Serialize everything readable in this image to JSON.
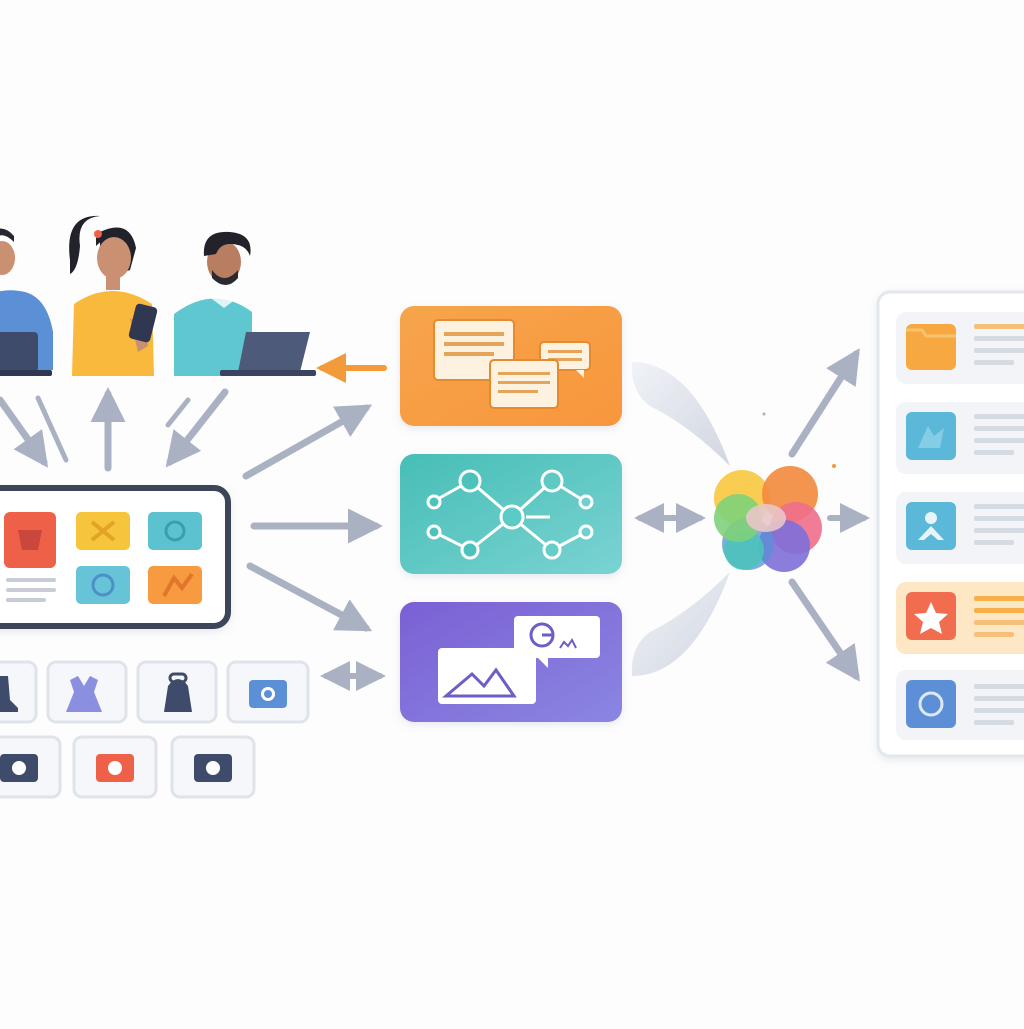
{
  "diagram": {
    "title": "",
    "text_labels": []
  },
  "users": {
    "people": [
      {
        "role": "man-laptop",
        "shirt": "#5b8fd6"
      },
      {
        "role": "woman-phone",
        "shirt": "#f8b93c"
      },
      {
        "role": "man-laptop",
        "shirt": "#5fc7cf"
      }
    ]
  },
  "catalog_board": {
    "tiles": [
      {
        "icon": "product-image-icon",
        "color": "#ef6049"
      },
      {
        "icon": "box-icon",
        "color": "#f6c53a"
      },
      {
        "icon": "box-icon",
        "color": "#5cc2cf"
      },
      {
        "icon": "sparkle-icon",
        "color": "#66c3d8"
      },
      {
        "icon": "box-icon",
        "color": "#f79a3f"
      }
    ]
  },
  "product_items": [
    {
      "icon": "boot-icon",
      "color": "#3f4b6a"
    },
    {
      "icon": "dress-icon",
      "color": "#8b8fe0"
    },
    {
      "icon": "bag-icon",
      "color": "#3f4b6a"
    },
    {
      "icon": "camera-icon",
      "color": "#5b8fd6"
    },
    {
      "icon": "camera-icon",
      "color": "#3f4b6a"
    },
    {
      "icon": "camera-icon",
      "color": "#ef6049"
    },
    {
      "icon": "camera-icon",
      "color": "#3f4b6a"
    }
  ],
  "processing_blocks": [
    {
      "name": "text-messages-block",
      "icon": "chat-bubbles-icon",
      "gradient": [
        "#f6a54b",
        "#f8963d"
      ]
    },
    {
      "name": "graph-network-block",
      "icon": "network-graph-icon",
      "gradient": [
        "#4cc2bb",
        "#72d1cf"
      ]
    },
    {
      "name": "image-media-block",
      "icon": "image-chart-icon",
      "gradient": [
        "#7e66d6",
        "#8a7fe0"
      ]
    }
  ],
  "hub": {
    "icon": "color-sphere-icon",
    "colors": [
      "#f8c83f",
      "#f38a3c",
      "#ef6e8a",
      "#7d6fd8",
      "#5b8fd6",
      "#4cc2bb",
      "#7ed17a"
    ]
  },
  "results_panel": {
    "rows": [
      {
        "icon": "folder-icon",
        "color": "#f8a83f",
        "highlighted": false
      },
      {
        "icon": "star-puzzle-icon",
        "color": "#5cb8d9",
        "highlighted": false
      },
      {
        "icon": "person-icon",
        "color": "#5cb8d9",
        "highlighted": false
      },
      {
        "icon": "star-icon",
        "color": "#f26c4f",
        "highlighted": true
      },
      {
        "icon": "face-icon",
        "color": "#5b8fd6",
        "highlighted": false
      }
    ]
  },
  "colors": {
    "arrow": "#a9b1c2",
    "arrow_highlight": "#f39a3a",
    "panel_border": "#e3e7ee",
    "panel_bg": "#ffffff",
    "row_bg": "#f2f4f8",
    "line": "#d5dae3",
    "highlight_row_bg": "#fde7c4",
    "highlight_line": "#f7b04a",
    "board_border": "#3c4559"
  }
}
